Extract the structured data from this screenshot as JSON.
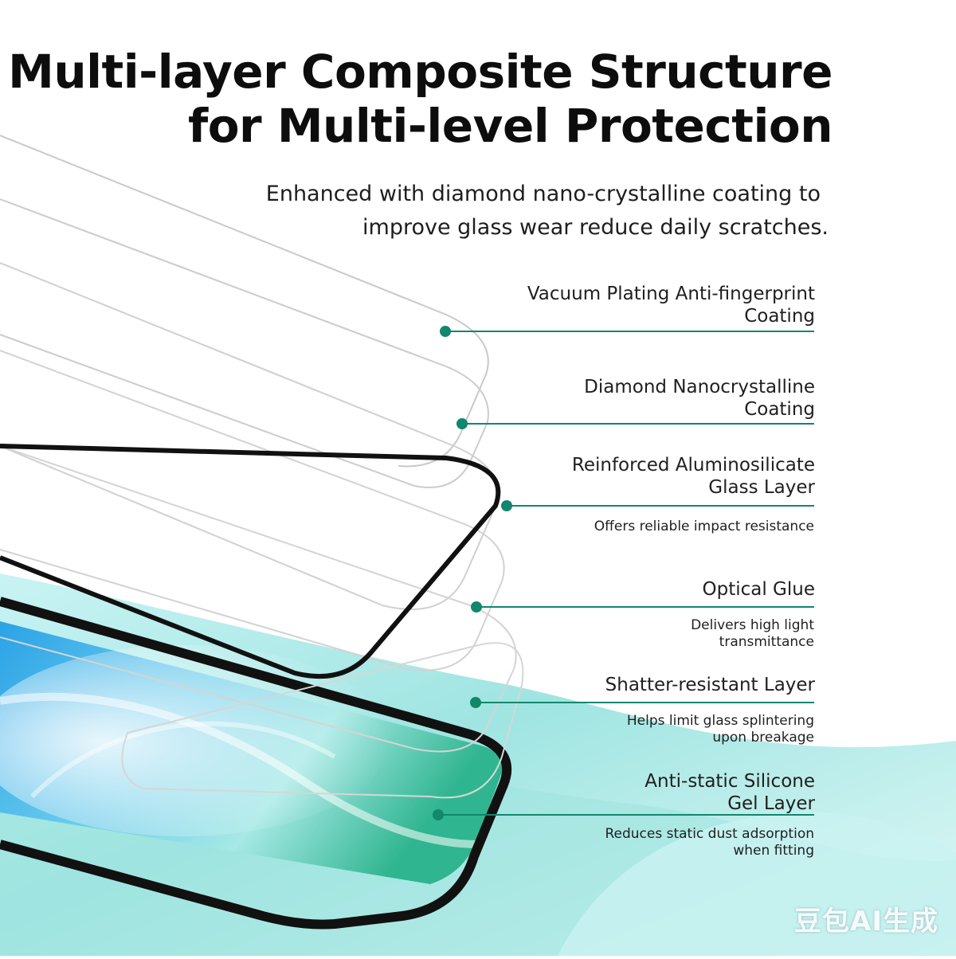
{
  "title": {
    "line1": "Multi-layer Composite Structure",
    "line2": "for Multi-level Protection"
  },
  "subtitle": {
    "line1": "Enhanced with diamond nano-crystalline coating to",
    "line2": "improve glass wear reduce daily scratches."
  },
  "layers": [
    {
      "name_lines": [
        "Vacuum Plating Anti-fingerprint",
        "Coating"
      ],
      "desc_lines": []
    },
    {
      "name_lines": [
        "Diamond Nanocrystalline",
        "Coating"
      ],
      "desc_lines": []
    },
    {
      "name_lines": [
        "Reinforced Aluminosilicate",
        "Glass Layer"
      ],
      "desc_lines": [
        "Offers reliable impact resistance"
      ]
    },
    {
      "name_lines": [
        "Optical Glue"
      ],
      "desc_lines": [
        "Delivers high light",
        "transmittance"
      ]
    },
    {
      "name_lines": [
        "Shatter-resistant Layer"
      ],
      "desc_lines": [
        "Helps limit glass splintering",
        "upon breakage"
      ]
    },
    {
      "name_lines": [
        "Anti-static Silicone",
        "Gel Layer"
      ],
      "desc_lines": [
        "Reduces static dust adsorption",
        "when fitting"
      ]
    }
  ],
  "watermark": "豆包AI生成",
  "colors": {
    "accent": "#11876c",
    "frame": "#111111",
    "aqua": "#5fd6d0",
    "blue": "#2f8ee0"
  }
}
